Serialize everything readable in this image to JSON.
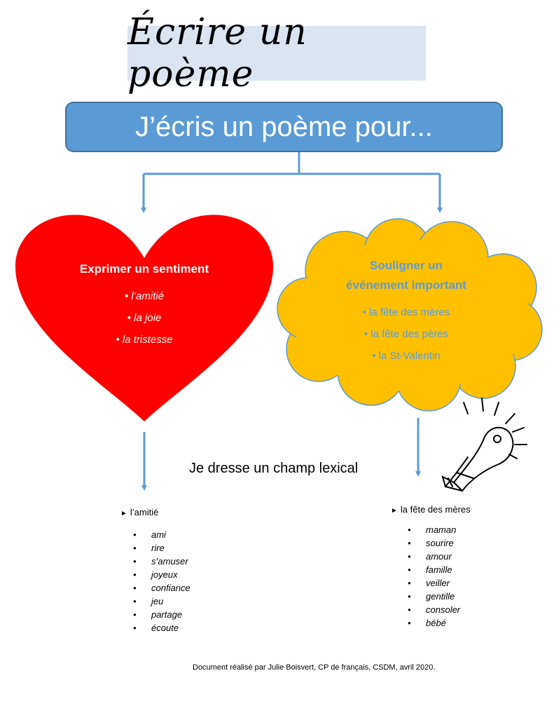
{
  "title": "Écrire un poème",
  "header": "J’écris un poème pour...",
  "heart": {
    "title": "Exprimer un sentiment",
    "items": [
      "• l’amitié",
      "• la joie",
      "• la tristesse"
    ]
  },
  "cloud": {
    "title_line1": "Souligner un",
    "title_line2": "événement important",
    "items": [
      "• la fête des mères",
      "• la fête des pères",
      "• la St-Valentin"
    ]
  },
  "lexical_title": "Je dresse un champ lexical",
  "left_list": {
    "heading": "l’amitié",
    "words": [
      "ami",
      "rire",
      "s’amuser",
      "joyeux",
      "confiance",
      "jeu",
      "partage",
      "écoute"
    ]
  },
  "right_list": {
    "heading": "la fête des mères",
    "words": [
      "maman",
      "sourire",
      "amour",
      "famille",
      "veiller",
      "gentille",
      "consoler",
      "bébé"
    ]
  },
  "footer": "Document réalisé par Julie Boisvert, CP de français, CSDM, avril 2020.",
  "colors": {
    "title_bg": "#dbe5f1",
    "header_bg": "#5b9bd5",
    "heart": "#ff0000",
    "cloud": "#ffc000",
    "connector": "#5b9bd5"
  },
  "icons": [
    "heart-shape",
    "cloud-shape",
    "pen-lightbulb-icon"
  ]
}
